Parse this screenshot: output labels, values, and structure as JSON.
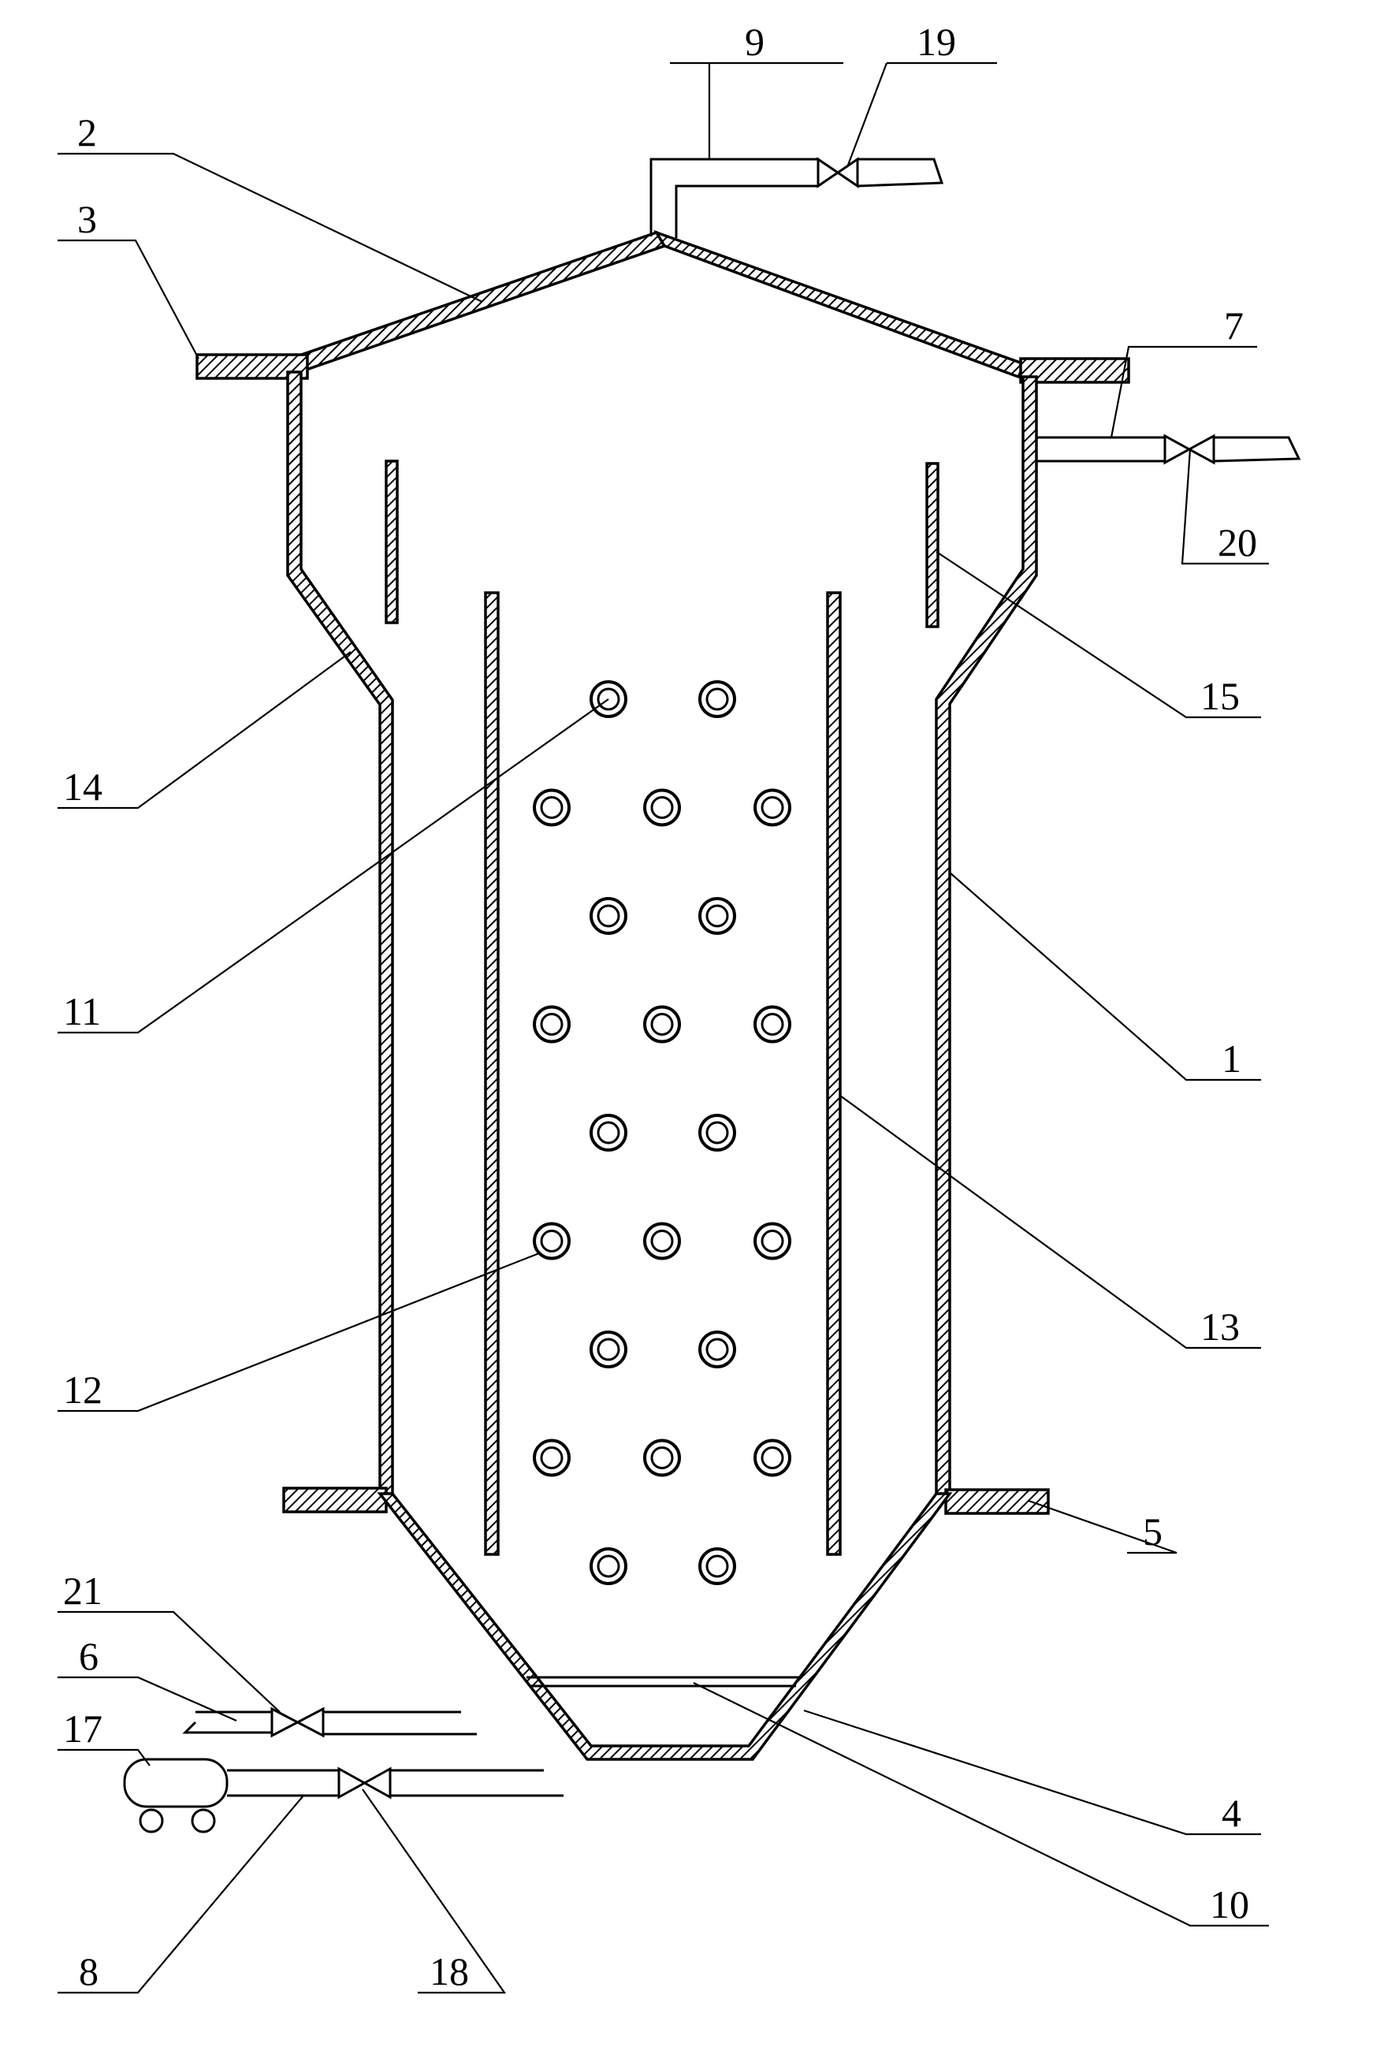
{
  "diagram": {
    "labels": {
      "l1": "1",
      "l2": "2",
      "l3": "3",
      "l4": "4",
      "l5": "5",
      "l6": "6",
      "l7": "7",
      "l8": "8",
      "l9": "9",
      "l10": "10",
      "l11": "11",
      "l12": "12",
      "l13": "13",
      "l14": "14",
      "l15": "15",
      "l17": "17",
      "l18": "18",
      "l19": "19",
      "l20": "20",
      "l21": "21"
    },
    "circle_rows": [
      2,
      3,
      2,
      3,
      2,
      3,
      2,
      3,
      2
    ],
    "colors": {
      "line": "#000000",
      "background": "#ffffff"
    }
  }
}
